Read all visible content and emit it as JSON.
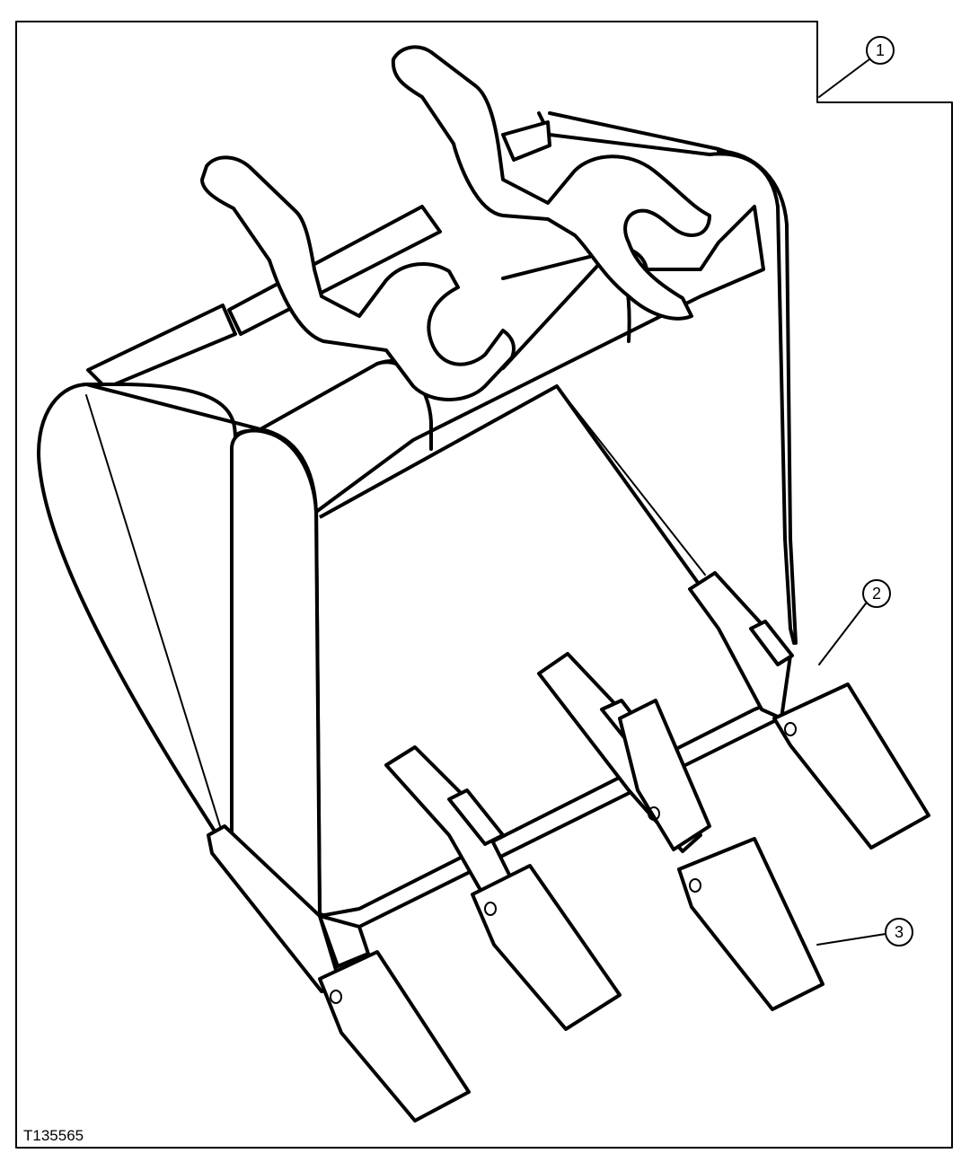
{
  "callouts": {
    "c1": "1",
    "c2": "2",
    "c3": "3"
  },
  "figure_id": "T135565"
}
